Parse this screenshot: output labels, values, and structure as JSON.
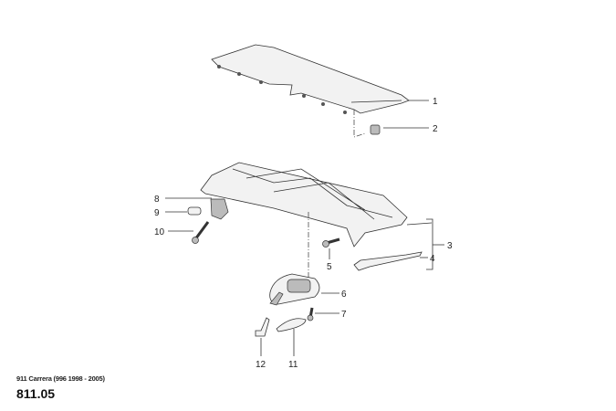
{
  "footer": {
    "model": "911 Carrera (996 1998 - 2005)",
    "group": "811.05"
  },
  "callouts": [
    "1",
    "2",
    "3",
    "4",
    "5",
    "6",
    "7",
    "8",
    "9",
    "10",
    "11",
    "12"
  ]
}
